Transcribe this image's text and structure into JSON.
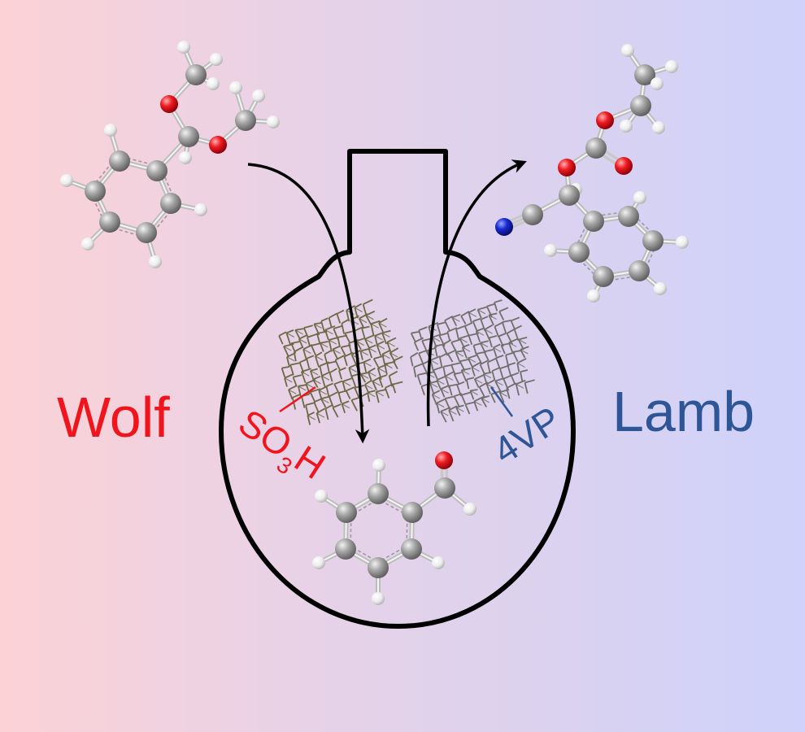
{
  "labels": {
    "wolf": "Wolf",
    "lamb": "Lamb",
    "acid_tag": {
      "main": "SO",
      "sub": "3",
      "end": "H"
    },
    "base_tag": "4VP"
  },
  "colors": {
    "wolf": "#f0141c",
    "lamb": "#2e5596",
    "carbon": "#9a9a9a",
    "hydrogen": "#ffffff",
    "oxygen": "#e8141c",
    "nitrogen": "#1a2ad0",
    "acid_framework": "#6b6a45",
    "base_framework": "#6f706a",
    "outline": "#000000"
  },
  "icons": [
    "flask-outline",
    "curved-arrow-in",
    "curved-arrow-out",
    "acid-framework",
    "base-framework"
  ]
}
